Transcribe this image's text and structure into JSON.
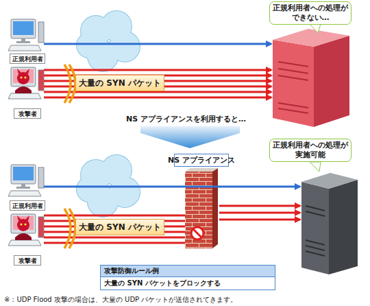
{
  "diagram": {
    "nodes": [
      {
        "text": [
          "正規利用者への処理が できない…"
        ]
      },
      {
        "text": [
          "正規利用者"
        ]
      },
      {
        "text": [
          "大量の SYN パケット"
        ]
      },
      {
        "text": [
          "攻撃者"
        ]
      },
      {
        "text": [
          "正規利用者への処理が 実施可能"
        ]
      },
      {
        "text": [
          "NS アプライアンス"
        ]
      },
      {
        "text": [
          "正規利用者"
        ]
      },
      {
        "text": [
          "大量の SYN パケット"
        ]
      },
      {
        "text": [
          "攻撃者"
        ]
      },
      {
        "text": [
          "攻撃防御ルール例",
          "大量の SYN パケットをブロックする"
        ]
      }
    ],
    "labels": [
      "NS アプライアンスを利用すると…",
      "※：UDP Flood 攻撃の場合は、大量の UDP パケットが送信されてきます。"
    ]
  }
}
